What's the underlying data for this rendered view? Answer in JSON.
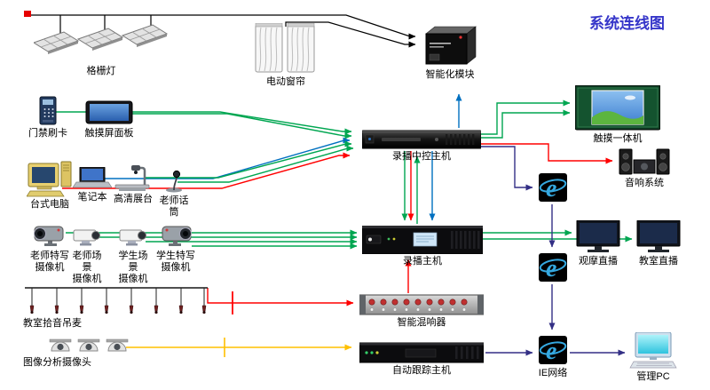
{
  "title": "系统连线图",
  "colors": {
    "green": "#00A651",
    "blue": "#0070C0",
    "red": "#FF0000",
    "yellow": "#FFC000",
    "purple": "#332F85",
    "black": "#000000",
    "title_blue": "#3535C9"
  },
  "icons": {
    "ie_glyph": "e"
  },
  "devices": {
    "grid_light": {
      "label": "格栅灯"
    },
    "curtain": {
      "label": "电动窗帘"
    },
    "smart_module": {
      "label": "智能化模块"
    },
    "access_card": {
      "label": "门禁刷卡"
    },
    "touch_panel": {
      "label": "触摸屏面板"
    },
    "desktop_pc": {
      "label": "台式电脑"
    },
    "laptop": {
      "label": "笔记本"
    },
    "visualizer": {
      "label": "高清展台"
    },
    "teacher_mic": {
      "label": "老师话筒"
    },
    "central_host": {
      "label": "录播中控主机"
    },
    "touch_aio": {
      "label": "触摸一体机"
    },
    "audio_system": {
      "label": "音响系统"
    },
    "cam_teacher_closeup": {
      "label": "老师特写\n摄像机"
    },
    "cam_teacher_scene": {
      "label": "老师场景\n摄像机"
    },
    "cam_student_scene": {
      "label": "学生场景\n摄像机"
    },
    "cam_student_closeup": {
      "label": "学生特写\n摄像机"
    },
    "recording_host": {
      "label": "录播主机"
    },
    "monitor_observe": {
      "label": "观摩直播"
    },
    "monitor_classroom": {
      "label": "教室直播"
    },
    "ceiling_mics": {
      "label": "教室拾音吊麦"
    },
    "mixer": {
      "label": "智能混响器"
    },
    "analysis_cams": {
      "label": "图像分析摄像头"
    },
    "tracking_host": {
      "label": "自动跟踪主机"
    },
    "ie_network": {
      "label": "IE网络"
    },
    "management_pc": {
      "label": "管理PC"
    }
  }
}
